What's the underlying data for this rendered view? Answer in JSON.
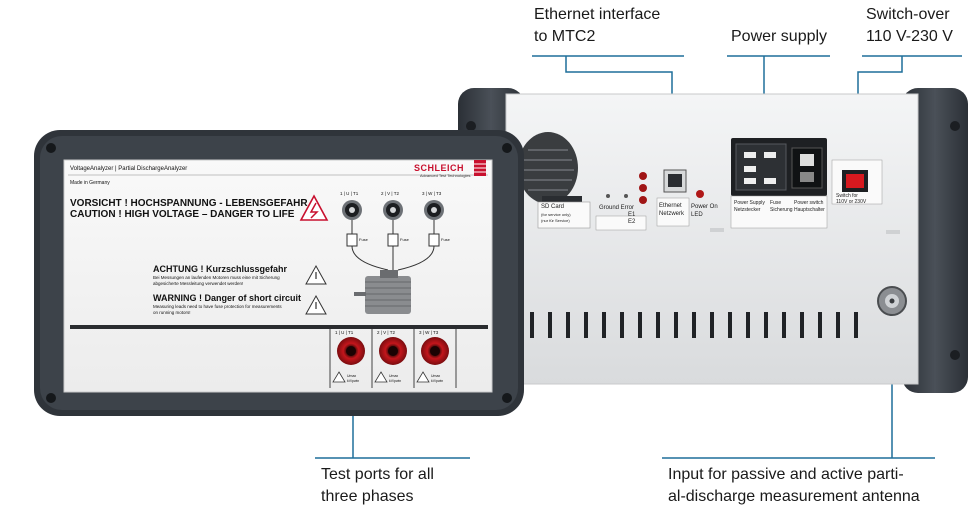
{
  "callouts": {
    "ethernet": [
      "Ethernet interface",
      "to MTC2"
    ],
    "power_supply": [
      "Power supply"
    ],
    "switch_over": [
      "Switch-over",
      "110 V-230 V"
    ],
    "test_ports": [
      "Test ports for all",
      "three phases"
    ],
    "antenna_input": [
      "Input for passive and active parti-",
      "al-discharge measurement antenna"
    ]
  },
  "front_panel": {
    "product_line": "VoltageAnalyzer | Partial DischargeAnalyzer",
    "origin": "Made in Germany",
    "brand": "SCHLEICH",
    "brand_tagline": "Advanced Test Technologies",
    "warning_de": "VORSICHT ! HOCHSPANNUNG - LEBENSGEFAHR",
    "warning_en": "CAUTION ! HIGH VOLTAGE – DANGER TO LIFE",
    "phase_labels": [
      "1 | U | T1",
      "2 | V | T2",
      "3 | W | T3"
    ],
    "fuse_label": "Fuse",
    "short_de_title": "ACHTUNG ! Kurzschlussgefahr",
    "short_de_text": [
      "Bei Messungen an laufenden Motoren muss eine mit Sicherung",
      "abgesicherte Messleitung verwendet werden!"
    ],
    "short_en_title": "WARNING ! Danger of short circuit",
    "short_en_text": [
      "Measuring leads need to have fuse protection for measurements",
      "on running motors!"
    ],
    "port_voltage_label": [
      "Umax",
      "kV/pwin"
    ]
  },
  "rear_panel": {
    "sd_card": "SD Card",
    "sd_note": [
      "(for service only)",
      "(nur für Service)"
    ],
    "ground_error": "Ground Error",
    "e1": "E1",
    "e2": "E2",
    "ethernet": [
      "Ethernet",
      "Netzwerk"
    ],
    "power_on": [
      "Power On",
      "LED"
    ],
    "power_supply_label": [
      "Power Supply",
      "Netzstecker"
    ],
    "fuse_label": [
      "Fuse",
      "Sicherung"
    ],
    "power_switch_label": [
      "Power switch",
      "Hauptschalter"
    ],
    "switch_for": "Switch for",
    "switch_values": "110V or 230V"
  },
  "colors": {
    "frame": "#3b4148",
    "frame_dark": "#262a2f",
    "panel": "#f2f2f2",
    "rear_panel": "#e6e7e8",
    "port_red": "#c4161c",
    "switch_red": "#d7191f",
    "callout_line": "#1f6f9a",
    "brand_red": "#c8102e"
  },
  "icons": [
    "high-voltage-warning-icon",
    "caution-triangle-icon",
    "ethernet-port-icon",
    "iec-power-socket-icon",
    "bnc-antenna-connector-icon"
  ]
}
